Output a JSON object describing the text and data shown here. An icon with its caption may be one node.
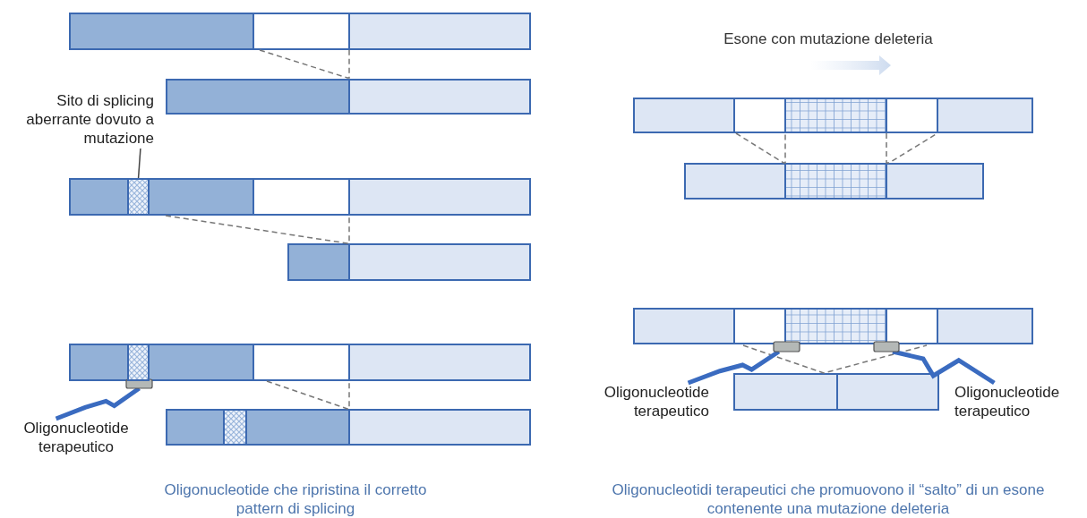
{
  "diagram": {
    "nodes": [
      {
        "text": [
          "Sito di splicing aberrante dovuto a mutazione"
        ]
      },
      {
        "text": [],
        "shape": "box"
      },
      {
        "text": [
          "Oligonucleotide terapeutico"
        ]
      },
      {
        "text": [],
        "shape": "box"
      },
      {
        "text": [
          "Oligonucleotide terapeutico"
        ]
      },
      {
        "text": [],
        "shape": "box"
      },
      {
        "text": [
          "Oligonucleotide terapeutico"
        ]
      },
      {
        "text": [],
        "shape": "box"
      },
      {
        "text": [],
        "shape": "box"
      },
      {
        "text": [],
        "shape": "box"
      }
    ],
    "edges": [
      {
        "from": 0,
        "to": 1,
        "arrow": "none",
        "color": "#444444"
      },
      {
        "from": 2,
        "to": 3,
        "arrow": "none"
      },
      {
        "from": 4,
        "to": 5,
        "arrow": "none"
      },
      {
        "from": 6,
        "to": 7,
        "arrow": "none"
      }
    ],
    "labels": [
      "Esone con mutazione deleteria",
      "Oligonucleotide che ripristina il corretto pattern di splicing",
      "Oligonucleotidi terapeutici che promuovono il “salto” di un esone contenente una mutazione deleteria"
    ]
  }
}
